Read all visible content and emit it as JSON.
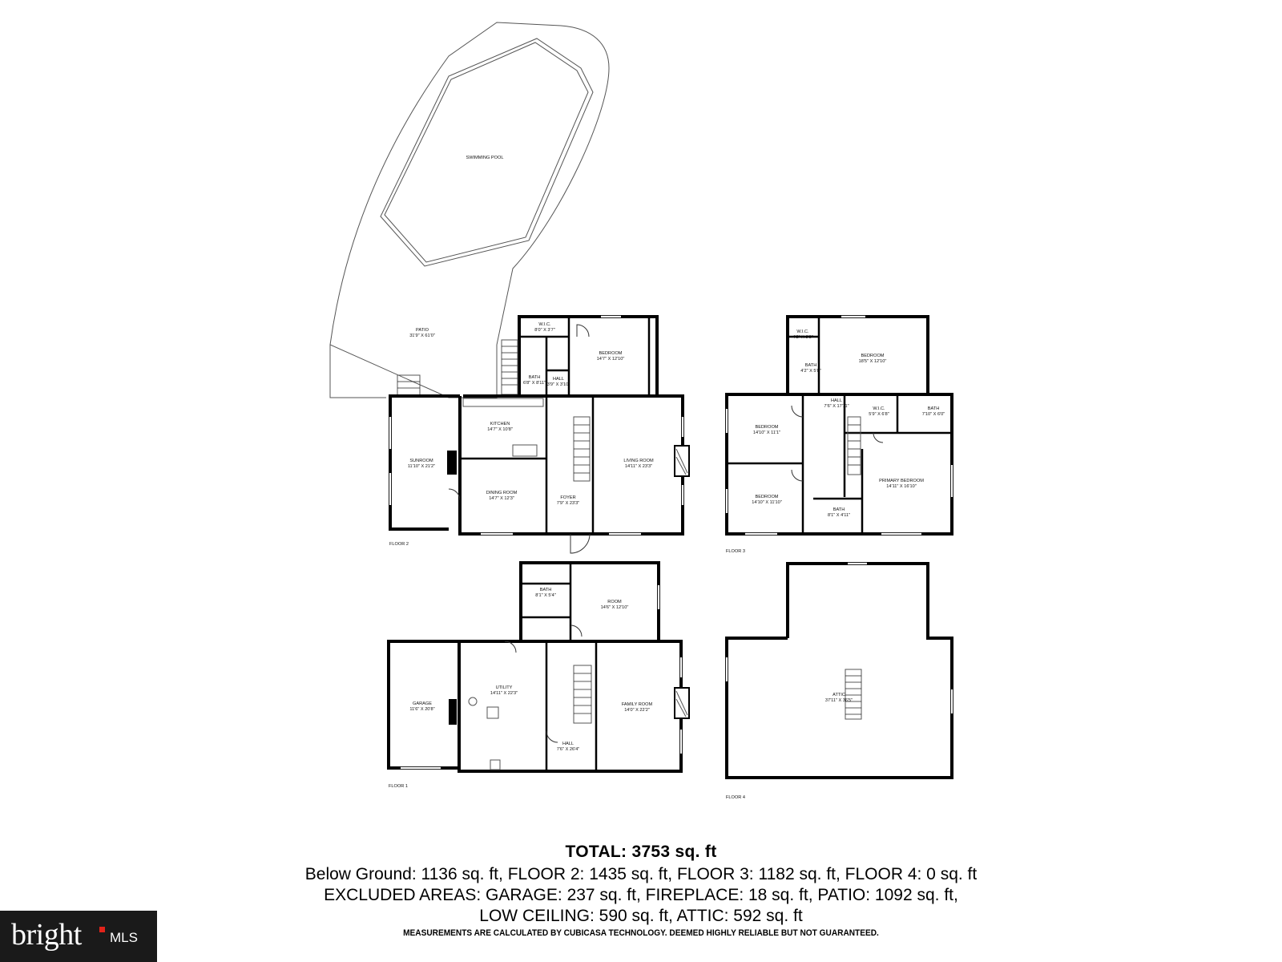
{
  "rooms": [
    {
      "id": "swimming-pool",
      "name": "SWIMMING POOL",
      "dims": ""
    },
    {
      "id": "patio",
      "name": "PATIO",
      "dims": "31'9\" X 61'0\""
    },
    {
      "id": "wic-f2",
      "name": "W.I.C.",
      "dims": "8'0\" X 3'7\""
    },
    {
      "id": "bedroom-f2",
      "name": "BEDROOM",
      "dims": "14'7\" X 12'10\""
    },
    {
      "id": "bath-f2",
      "name": "BATH",
      "dims": "6'8\" X 8'11\""
    },
    {
      "id": "hall-f2",
      "name": "HALL",
      "dims": "3'9\" X 3'10\""
    },
    {
      "id": "kitchen",
      "name": "KITCHEN",
      "dims": "14'7\" X 10'8\""
    },
    {
      "id": "sunroom",
      "name": "SUNROOM",
      "dims": "11'10\" X 21'2\""
    },
    {
      "id": "living-room",
      "name": "LIVING ROOM",
      "dims": "14'11\" X 23'3\""
    },
    {
      "id": "dining-room",
      "name": "DINING ROOM",
      "dims": "14'7\" X 12'3\""
    },
    {
      "id": "foyer",
      "name": "FOYER",
      "dims": "7'9\" X 23'3\""
    },
    {
      "id": "wic-f3a",
      "name": "W.I.C.",
      "dims": "4'2\" X 3'3\""
    },
    {
      "id": "bedroom-f3a",
      "name": "BEDROOM",
      "dims": "18'5\" X 12'10\""
    },
    {
      "id": "bath-f3a",
      "name": "BATH",
      "dims": "4'2\" X 5'8\""
    },
    {
      "id": "hall-f3",
      "name": "HALL",
      "dims": "7'6\" X 17'11\""
    },
    {
      "id": "wic-f3b",
      "name": "W.I.C.",
      "dims": "5'9\" X 6'8\""
    },
    {
      "id": "bath-f3b",
      "name": "BATH",
      "dims": "7'10\" X 6'0\""
    },
    {
      "id": "bedroom-f3b",
      "name": "BEDROOM",
      "dims": "14'10\" X 11'1\""
    },
    {
      "id": "primary-bedroom",
      "name": "PRIMARY BEDROOM",
      "dims": "14'11\" X 16'10\""
    },
    {
      "id": "bedroom-f3c",
      "name": "BEDROOM",
      "dims": "14'10\" X 11'10\""
    },
    {
      "id": "bath-f3c",
      "name": "BATH",
      "dims": "8'1\" X 4'11\""
    },
    {
      "id": "bath-f1",
      "name": "BATH",
      "dims": "8'1\" X 5'4\""
    },
    {
      "id": "room-f1",
      "name": "ROOM",
      "dims": "14'6\" X 12'10\""
    },
    {
      "id": "utility",
      "name": "UTILITY",
      "dims": "14'11\" X 22'3\""
    },
    {
      "id": "garage",
      "name": "GARAGE",
      "dims": "11'6\" X 20'8\""
    },
    {
      "id": "family-room",
      "name": "FAMILY ROOM",
      "dims": "14'0\" X 22'2\""
    },
    {
      "id": "hall-f1",
      "name": "HALL",
      "dims": "7'6\" X 26'4\""
    },
    {
      "id": "attic",
      "name": "ATTIC",
      "dims": "37'11\" X 36'5\""
    }
  ],
  "floors": {
    "floor2": "FLOOR 2",
    "floor3": "FLOOR 3",
    "floor1": "FLOOR 1",
    "floor4": "FLOOR 4"
  },
  "summary": {
    "total": "TOTAL: 3753 sq. ft",
    "line1": "Below Ground: 1136 sq. ft, FLOOR 2: 1435 sq. ft, FLOOR 3: 1182 sq. ft, FLOOR 4: 0 sq. ft",
    "line2": "EXCLUDED AREAS: GARAGE: 237 sq. ft, FIREPLACE: 18 sq. ft, PATIO: 1092 sq. ft,",
    "line3": "LOW CEILING: 590 sq. ft, ATTIC: 592 sq. ft",
    "disclaimer": "MEASUREMENTS ARE CALCULATED BY CUBICASA TECHNOLOGY. DEEMED HIGHLY RELIABLE BUT NOT GUARANTEED."
  },
  "logo": {
    "brand": "bright",
    "suffix": "MLS",
    "accent_color": "#e2231a"
  }
}
